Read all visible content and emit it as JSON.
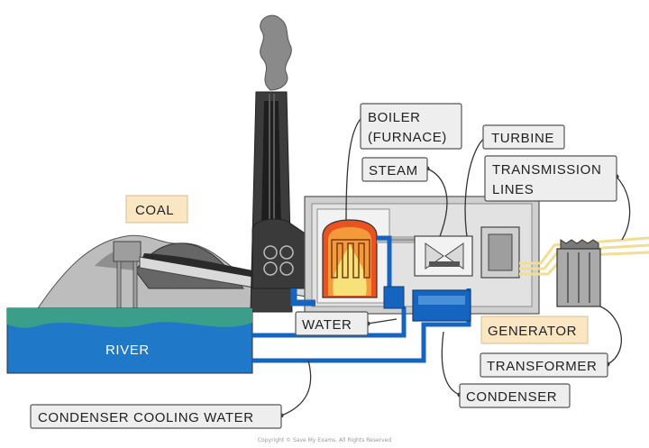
{
  "labels": {
    "boiler_line1": "BOILER",
    "boiler_line2": "(FURNACE)",
    "turbine": "TURBINE",
    "steam": "STEAM",
    "transmission_line1": "TRANSMISSION",
    "transmission_line2": "LINES",
    "coal": "COAL",
    "water": "WATER",
    "generator": "GENERATOR",
    "river": "RIVER",
    "transformer": "TRANSFORMER",
    "condenser": "CONDENSER",
    "condenser_cooling_water": "CONDENSER COOLING WATER"
  },
  "footer": {
    "copyright": "Copyright © Save My Exams. All Rights Reserved"
  },
  "colors": {
    "label_box_grey": "#eeeeee",
    "label_box_yellow": "#fbe6c4",
    "river_green": "#3a9e8a",
    "river_blue": "#1f78c8",
    "pipe_blue": "#1565c0",
    "chimney": "#3c3c3c",
    "smoke": "#8a8a8a",
    "furnace_red": "#e8531f",
    "furnace_yellow": "#f7e27a",
    "building_grey": "#cfcfcf",
    "transmission_yellow": "#f3dc94"
  }
}
